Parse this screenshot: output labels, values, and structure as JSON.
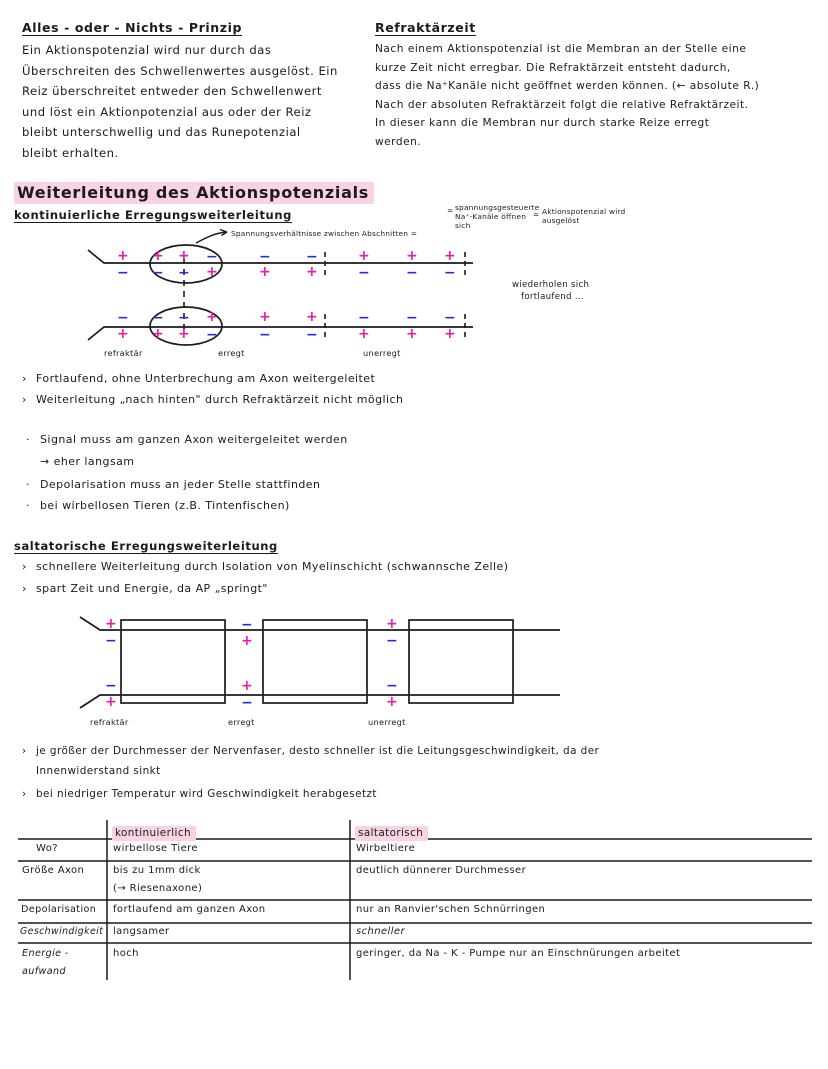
{
  "sections": {
    "alles_oder_nichts": {
      "heading": "Alles - oder - Nichts - Prinzip",
      "lines": [
        "Ein Aktionspotenzial wird nur durch das",
        "Überschreiten des Schwellenwertes ausgelöst. Ein",
        "Reiz überschreitet entweder den Schwellenwert",
        "und löst ein Aktionpotenzial aus oder der Reiz",
        "bleibt unterschwellig und das Runepotenzial",
        "bleibt erhalten."
      ]
    },
    "refraktaerzeit": {
      "heading": "Refraktärzeit",
      "lines": [
        "Nach einem Aktionspotenzial ist die Membran an der Stelle eine",
        "kurze Zeit nicht erregbar. Die Refraktärzeit entsteht dadurch,",
        "dass die Na⁺Kanäle nicht geöffnet werden können. (← absolute R.)",
        "Nach der absoluten Refraktärzeit folgt die relative Refraktärzeit.",
        "In dieser kann die Membran nur durch starke Reize erregt",
        "werden."
      ]
    },
    "main_heading": "Weiterleitung des Aktionspotenzials",
    "kontinuierlich": {
      "heading": "kontinuierliche Erregungsweiterleitung",
      "annotation_arrow": "Spannungsverhältnisse zwischen Abschnitten =",
      "annotation_eq1_line1": "spannungsgesteuerte",
      "annotation_eq1_line2": "Na⁺-Kanäle öffnen",
      "annotation_eq1_line3": "sich",
      "annotation_eq_sign": "=",
      "annotation_eq2_line1": "Aktionspotenzial wird",
      "annotation_eq2_line2": "ausgelöst",
      "repeat_note_line1": "wiederholen sich",
      "repeat_note_line2": "fortlaufend ...",
      "diagram_labels": [
        "refraktär",
        "erregt",
        "unerregt"
      ],
      "bullets": [
        "Fortlaufend, ohne Unterbrechung am Axon weitergeleitet",
        "Weiterleitung „nach hinten\" durch Refraktärzeit nicht möglich"
      ],
      "dot_bullets": [
        "Signal muss am ganzen Axon weitergeleitet werden",
        "→ eher langsam",
        "Depolarisation muss an jeder Stelle stattfinden",
        "bei wirbellosen Tieren (z.B. Tintenfischen)"
      ]
    },
    "saltatorisch": {
      "heading": "saltatorische Erregungsweiterleitung",
      "bullets": [
        "schnellere Weiterleitung durch Isolation von Myelinschicht (schwannsche Zelle)",
        "spart Zeit und Energie, da AP „springt\""
      ],
      "diagram_labels": [
        "refraktär",
        "erregt",
        "unerregt"
      ],
      "after_bullets": [
        "je größer der Durchmesser der Nervenfaser, desto schneller ist die Leitungsgeschwindigkeit, da der",
        "Innenwiderstand sinkt",
        "bei niedriger Temperatur wird Geschwindigkeit herabgesetzt"
      ]
    }
  },
  "comparison_table": {
    "col_headers": [
      "",
      "kontinuierlich",
      "saltatorisch"
    ],
    "rows": [
      {
        "label": "Wo?",
        "kontinuierlich": [
          "wirbellose Tiere"
        ],
        "saltatorisch": [
          "Wirbeltiere"
        ]
      },
      {
        "label": "Größe Axon",
        "kontinuierlich": [
          "bis zu 1mm dick",
          "(→ Riesenaxone)"
        ],
        "saltatorisch": [
          "deutlich dünnerer Durchmesser"
        ]
      },
      {
        "label": "Depolarisation",
        "kontinuierlich": [
          "fortlaufend am ganzen Axon"
        ],
        "saltatorisch": [
          "nur an Ranvier'schen Schnürringen"
        ]
      },
      {
        "label": "Geschwindigkeit",
        "kontinuierlich": [
          "langsamer"
        ],
        "saltatorisch": [
          "schneller"
        ]
      },
      {
        "label": "Energie -\naufwand",
        "label_line1": "Energie -",
        "label_line2": "aufwand",
        "kontinuierlich": [
          "hoch"
        ],
        "saltatorisch": [
          "geringer, da Na - K - Pumpe nur an Einschnürungen arbeitet"
        ]
      }
    ]
  },
  "diagram1": {
    "top_row_upper": [
      "+",
      "+",
      "+",
      "−",
      "−",
      "−",
      "+",
      "+",
      "+"
    ],
    "top_row_lower": [
      "−",
      "−",
      "−",
      "+",
      "+",
      "+",
      "−",
      "−",
      "−"
    ],
    "bottom_row_upper": [
      "−",
      "−",
      "−",
      "+",
      "+",
      "+",
      "−",
      "−",
      "−"
    ],
    "bottom_row_lower": [
      "+",
      "+",
      "+",
      "−",
      "−",
      "−",
      "+",
      "+",
      "+"
    ]
  },
  "diagram2": {
    "nodes": [
      {
        "upper": "+",
        "lower": "−",
        "upper2": "−",
        "lower2": "+"
      },
      {
        "upper": "−",
        "lower": "+",
        "upper2": "+",
        "lower2": "−"
      },
      {
        "upper": "+",
        "lower": "−",
        "upper2": "−",
        "lower2": "+"
      }
    ]
  },
  "colors": {
    "plus": "#ee18a8",
    "minus": "#2a2ad6",
    "highlight": "#f9d2e5",
    "ink": "#1b1b1b"
  }
}
